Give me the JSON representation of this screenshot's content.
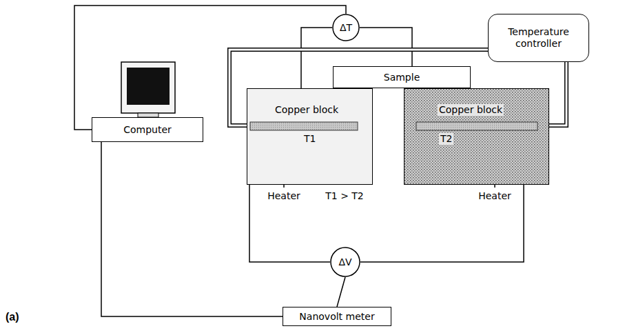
{
  "diagram": {
    "nodes": [
      {
        "text": [
          "ΔT"
        ]
      },
      {
        "text": [
          "Temperature controller"
        ]
      },
      {
        "text": [
          "Computer"
        ]
      },
      {
        "text": [
          "Sample"
        ]
      },
      {
        "text": [
          "Copper block",
          "T1"
        ]
      },
      {
        "text": [
          "Copper block",
          "T2"
        ]
      },
      {
        "text": [
          "ΔV"
        ]
      },
      {
        "text": [
          "Nanovolt meter"
        ]
      }
    ],
    "edges": [
      {
        "from": 0,
        "to": 4,
        "arrow": "none"
      },
      {
        "from": 0,
        "to": 3,
        "arrow": "none"
      },
      {
        "from": 1,
        "to": 4,
        "arrow": "none"
      },
      {
        "from": 1,
        "to": 5,
        "arrow": "none"
      },
      {
        "from": 2,
        "to": 0,
        "arrow": "none"
      },
      {
        "from": 2,
        "to": 7,
        "arrow": "none"
      },
      {
        "from": 4,
        "to": 6,
        "arrow": "none"
      },
      {
        "from": 5,
        "to": 6,
        "arrow": "none"
      },
      {
        "from": 6,
        "to": 7,
        "arrow": "none"
      }
    ],
    "labels": [
      "Heater",
      "T1 > T2",
      "Heater",
      "(a)"
    ]
  }
}
